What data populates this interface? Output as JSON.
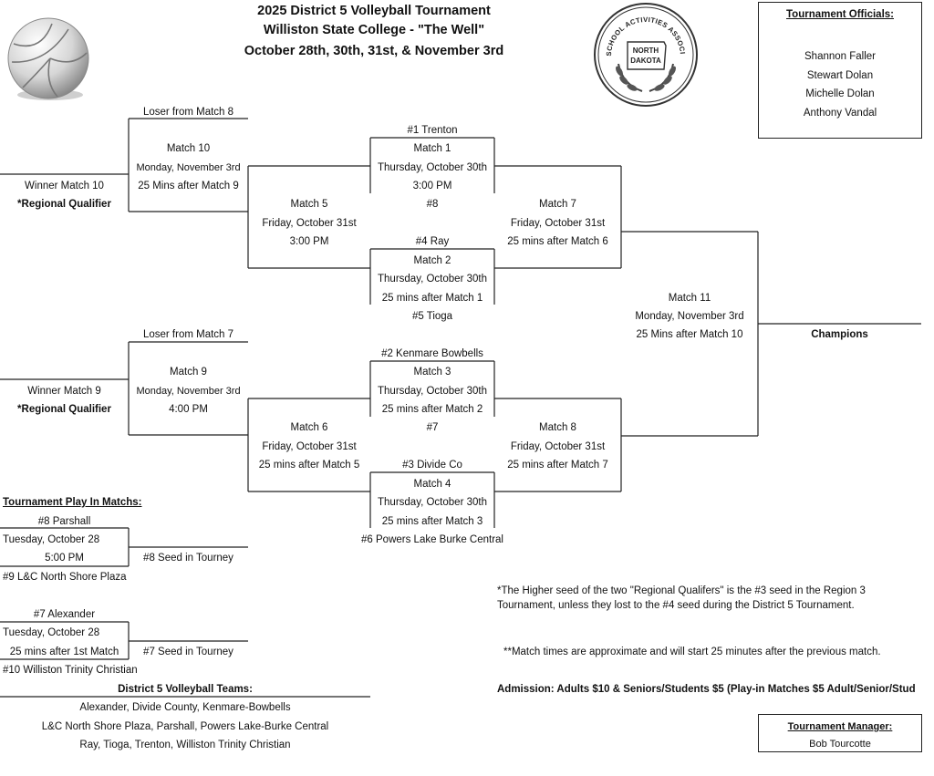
{
  "header": {
    "title": "2025 District 5 Volleyball Tournament",
    "venue": "Williston State College - \"The Well\"",
    "dates": "October 28th, 30th, 31st, & November 3rd"
  },
  "seal": {
    "outer_text": "HIGH SCHOOL ACTIVITIES ASSOCIATION",
    "state_line1": "NORTH",
    "state_line2": "DAKOTA"
  },
  "officials": {
    "heading": "Tournament Officials:",
    "names": [
      "Shannon Faller",
      "Stewart Dolan",
      "Michelle Dolan",
      "Anthony Vandal"
    ]
  },
  "bracket": {
    "m10_source": "Loser from Match 8",
    "m10_name": "Match 10",
    "m10_day": "Monday, November 3rd",
    "m10_time": "25 Mins after Match 9",
    "m10_winner": "Winner Match 10",
    "m10_qual": "*Regional Qualifier",
    "m9_source": "Loser from Match 7",
    "m9_name": "Match 9",
    "m9_day": "Monday, November 3rd",
    "m9_time": "4:00 PM",
    "m9_winner": "Winner Match 9",
    "m9_qual": "*Regional Qualifier",
    "m1_top": "#1 Trenton",
    "m1_name": "Match 1",
    "m1_day": "Thursday, October 30th",
    "m1_time": "3:00 PM",
    "m1_bottom": "#8",
    "m2_top": "#4 Ray",
    "m2_name": "Match 2",
    "m2_day": "Thursday, October 30th",
    "m2_time": "25 mins after Match 1",
    "m2_bottom": "#5 Tioga",
    "m3_top": "#2 Kenmare Bowbells",
    "m3_name": "Match 3",
    "m3_day": "Thursday, October 30th",
    "m3_time": "25 mins after Match 2",
    "m3_bottom": "#7",
    "m4_top": "#3 Divide Co",
    "m4_name": "Match 4",
    "m4_day": "Thursday, October 30th",
    "m4_time": "25 mins after Match 3",
    "m4_bottom": "#6 Powers Lake Burke Central",
    "m5_name": "Match 5",
    "m5_day": "Friday, October 31st",
    "m5_time": "3:00 PM",
    "m6_name": "Match 6",
    "m6_day": "Friday, October 31st",
    "m6_time": "25 mins after Match 5",
    "m7_name": "Match 7",
    "m7_day": "Friday, October 31st",
    "m7_time": "25 mins after Match 6",
    "m8_name": "Match 8",
    "m8_day": "Friday, October 31st",
    "m8_time": "25 mins after Match 7",
    "m11_name": "Match 11",
    "m11_day": "Monday, November 3rd",
    "m11_time": "25 Mins after Match 10",
    "champions": "Champions"
  },
  "playin": {
    "heading": "Tournament Play In Matchs:",
    "g1_top": "#8 Parshall",
    "g1_day": "Tuesday, October 28",
    "g1_time": "5:00 PM",
    "g1_result": "#8 Seed in Tourney",
    "g1_bottom": "#9 L&C North Shore Plaza",
    "g2_top": "#7 Alexander",
    "g2_day": "Tuesday, October 28",
    "g2_time": "25 mins after 1st Match",
    "g2_result": "#7 Seed in Tourney",
    "g2_bottom": "#10 Williston Trinity Christian"
  },
  "teams": {
    "heading": "District 5 Volleyball Teams:",
    "lines": [
      "Alexander, Divide County, Kenmare-Bowbells",
      "L&C North Shore Plaza, Parshall, Powers Lake-Burke Central",
      "Ray, Tioga, Trenton, Williston Trinity Christian"
    ]
  },
  "notes": {
    "seed_line1": "*The Higher seed of the two \"Regional Qualifers\" is the #3 seed in the Region 3",
    "seed_line2": "Tournament, unless they lost to the #4 seed during the District 5 Tournament.",
    "times": "**Match times are approximate and will start 25 minutes after the previous match.",
    "admission": "Admission: Adults $10 & Seniors/Students $5 (Play-in Matches $5 Adult/Senior/Stud"
  },
  "manager": {
    "heading": "Tournament Manager:",
    "name": "Bob Tourcotte"
  }
}
